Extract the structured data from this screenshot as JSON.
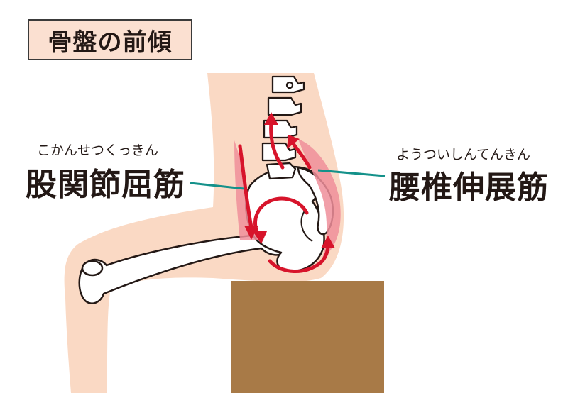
{
  "title": "骨盤の前傾",
  "labels": {
    "hip_flexors": {
      "ruby": "こかんせつくっきん",
      "text": "股関節屈筋"
    },
    "lumbar_extensors": {
      "ruby": "ようついしんてんきん",
      "text": "腰椎伸展筋"
    }
  },
  "colors": {
    "skin": "#fad9c4",
    "box": "#a87a47",
    "arrow": "#d7142b",
    "leader": "#14918a",
    "bone_stroke": "#231815",
    "title_bg": "#fbe0d1"
  }
}
